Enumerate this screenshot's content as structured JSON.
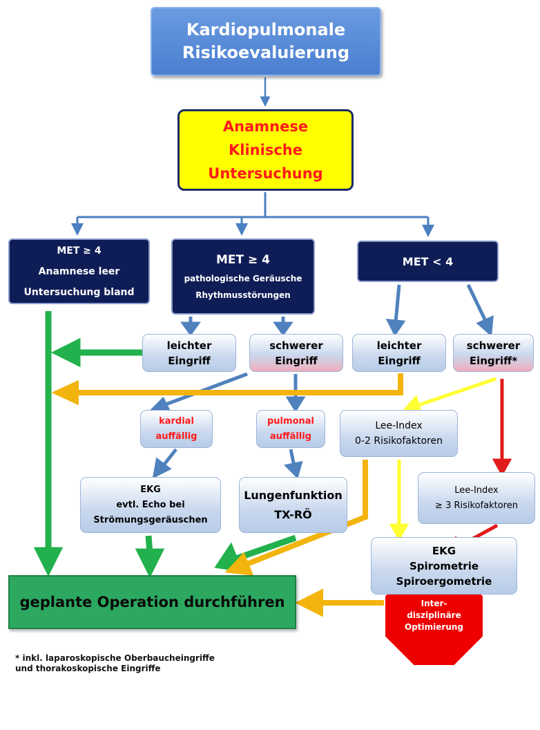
{
  "title": {
    "line1": "Kardiopulmonale",
    "line2": "Risikoevaluierung"
  },
  "anamnese": {
    "line1": "Anamnese",
    "line2": "Klinische",
    "line3": "Untersuchung"
  },
  "met_boxes": [
    {
      "line1": "MET ≥ 4",
      "line2": "Anamnese leer",
      "line3": "Untersuchung bland"
    },
    {
      "line1": "MET  ≥ 4",
      "line2": "pathologische Geräusche",
      "line3": "Rhythmusstörungen"
    },
    {
      "line1": "MET  < 4"
    }
  ],
  "eingriffe": [
    {
      "line1": "leichter",
      "line2": "Eingriff"
    },
    {
      "line1": "schwerer",
      "line2": "Eingriff"
    },
    {
      "line1": "leichter",
      "line2": "Eingriff"
    },
    {
      "line1": "schwerer",
      "line2": "Eingriff*"
    }
  ],
  "kardial": {
    "line1": "kardial",
    "line2": "auffällig"
  },
  "pulmonal": {
    "line1": "pulmonal",
    "line2": "auffällig"
  },
  "lee_index_low": {
    "line1": "Lee-Index",
    "line2": "0-2 Risikofaktoren"
  },
  "ekg_echo": {
    "line1": "EKG",
    "line2": "evtl. Echo bei",
    "line3": "Strömungsgeräuschen"
  },
  "lungenfunktion": {
    "line1": "Lungenfunktion",
    "line2": "TX-RÖ"
  },
  "lee_index_high": {
    "line1": "Lee-Index",
    "line2": "≥ 3 Risikofaktoren"
  },
  "ekg_spiro": {
    "line1": "EKG",
    "line2": "Spirometrie",
    "line3": "Spiroergometrie"
  },
  "goal": {
    "label": "geplante Operation durchführen"
  },
  "stop": {
    "line1": "Inter-",
    "line2": "disziplinäre",
    "line3": "Optimierung"
  },
  "footnote": {
    "line1": "* inkl. laparoskopische Oberbaucheingriffe",
    "line2": "und thorakoskopische Eingriffe"
  },
  "colors": {
    "blue_arrow": "#4a7fc1",
    "green_arrow": "#22b14c",
    "orange_arrow": "#f2b40d",
    "yellow_arrow": "#ffff33",
    "red_arrow": "#e21b1b",
    "navy_box": "#0f1d57",
    "stop_red": "#ee0000"
  }
}
